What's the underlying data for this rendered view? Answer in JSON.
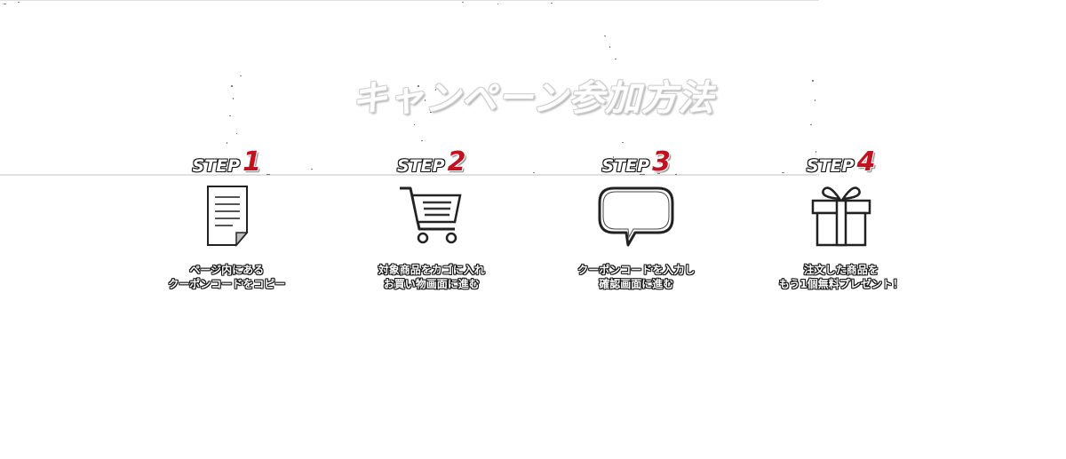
{
  "campaign": {
    "title": "キャンペーン参加方法",
    "step_word": "STEP",
    "steps": [
      {
        "number": "1",
        "icon": "document-icon",
        "lines": [
          "ページ内にある",
          "クーポンコードをコピー"
        ]
      },
      {
        "number": "2",
        "icon": "cart-icon",
        "lines": [
          "対象商品をカゴに入れ",
          "お買い物画面に進む"
        ]
      },
      {
        "number": "3",
        "icon": "speech-bubble-icon",
        "lines": [
          "クーポンコードを入力し",
          "確認画面に進む"
        ]
      },
      {
        "number": "4",
        "icon": "gift-icon",
        "lines": [
          "注文した商品を",
          "もう1個無料プレゼント！"
        ]
      }
    ],
    "colors": {
      "accent": "#c1121f",
      "outline": "#111111",
      "text": "#ffffff"
    }
  }
}
